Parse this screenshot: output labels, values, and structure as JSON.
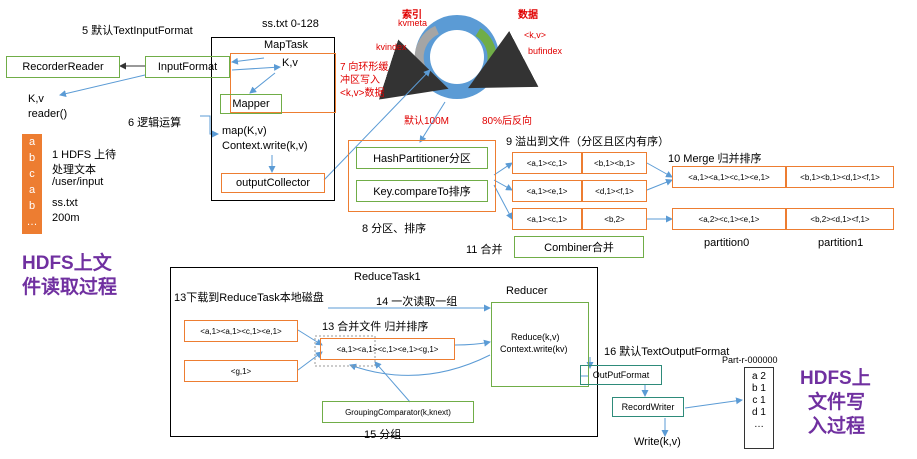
{
  "map": {
    "step5": "5 默认TextInputFormat",
    "split_label": "ss.txt 0-128",
    "maptask": "MapTask",
    "kv_top": "K,v",
    "recorder_reader": "RecorderReader",
    "input_format": "InputFormat",
    "kv_left": "K,v",
    "reader_call": "reader()",
    "mapper": "Mapper",
    "step6": "6 逻辑运算",
    "map_call": "map(K,v)",
    "context_write": "Context.write(k,v)",
    "output_collector": "outputCollector",
    "step1": [
      "1 HDFS 上待",
      "处理文本",
      "/user/input"
    ],
    "file_name": "ss.txt",
    "file_size": "200m",
    "stack_letters": [
      "a",
      "b",
      "c",
      "a",
      "b",
      "…"
    ],
    "hdfs_read": [
      "HDFS上文",
      "件读取过程"
    ]
  },
  "buffer": {
    "index": "索引",
    "kvmeta": "kvmeta",
    "kvindex": "kvindex",
    "data": "数据",
    "kv": "<k,v>",
    "bufindex": "bufindex",
    "step7": [
      "7 向环形缓",
      "冲区写入",
      "<k,v>数据"
    ],
    "default_size": "默认100M",
    "reverse": "80%后反向"
  },
  "shuffle": {
    "step9": "9 溢出到文件（分区且区内有序）",
    "hash_partitioner": "HashPartitioner分区",
    "compare_to": "Key.compareTo排序",
    "step8": "8 分区、排序",
    "spill_rows": [
      [
        "<a,1><c,1>",
        "<b,1><b,1>"
      ],
      [
        "<a,1><e,1>",
        "<d,1><f,1>"
      ],
      [
        "<a,1><c,1>",
        "<b,2>"
      ]
    ],
    "step10": "10 Merge 归并排序",
    "merge_rows": [
      [
        "<a,1><a,1><c,1><e,1>",
        "<b,1><b,1><d,1><f,1>"
      ],
      [
        "<a,2><c,1><e,1>",
        "<b,2><d,1><f,1>"
      ]
    ],
    "step11": "11 合并",
    "combiner": "Combiner合并",
    "partition0": "partition0",
    "partition1": "partition1"
  },
  "reduce": {
    "reducetask": "ReduceTask1",
    "step13a": "13下载到ReduceTask本地磁盘",
    "step14": "14 一次读取一组",
    "reducer": "Reducer",
    "step13b": "13 合并文件 归并排序",
    "in1": "<a,1><a,1><c,1><e,1>",
    "in2": "<g,1>",
    "merged": "<a,1><a,1><c,1><e,1><g,1>",
    "reduce_call": "Reduce(k,v)",
    "reduce_write": "Context.write(kv)",
    "grouping": "GroupingComparator(k,knext)",
    "step15": "15 分组",
    "step16": "16 默认TextOutputFormat",
    "part_name": "Part-r-000000",
    "output_format": "OutPutFormat",
    "record_writer": "RecordWriter",
    "write_call": "Write(k,v)",
    "part_lines": [
      "a 2",
      "b 1",
      "c 1",
      "d 1",
      "…"
    ],
    "hdfs_write": [
      "HDFS上",
      "文件写",
      "入过程"
    ]
  },
  "colors": {
    "orange": "#ed7d31",
    "green": "#70ad47",
    "blue": "#5b9bd5",
    "red": "#e00000",
    "purple": "#7030a0"
  }
}
